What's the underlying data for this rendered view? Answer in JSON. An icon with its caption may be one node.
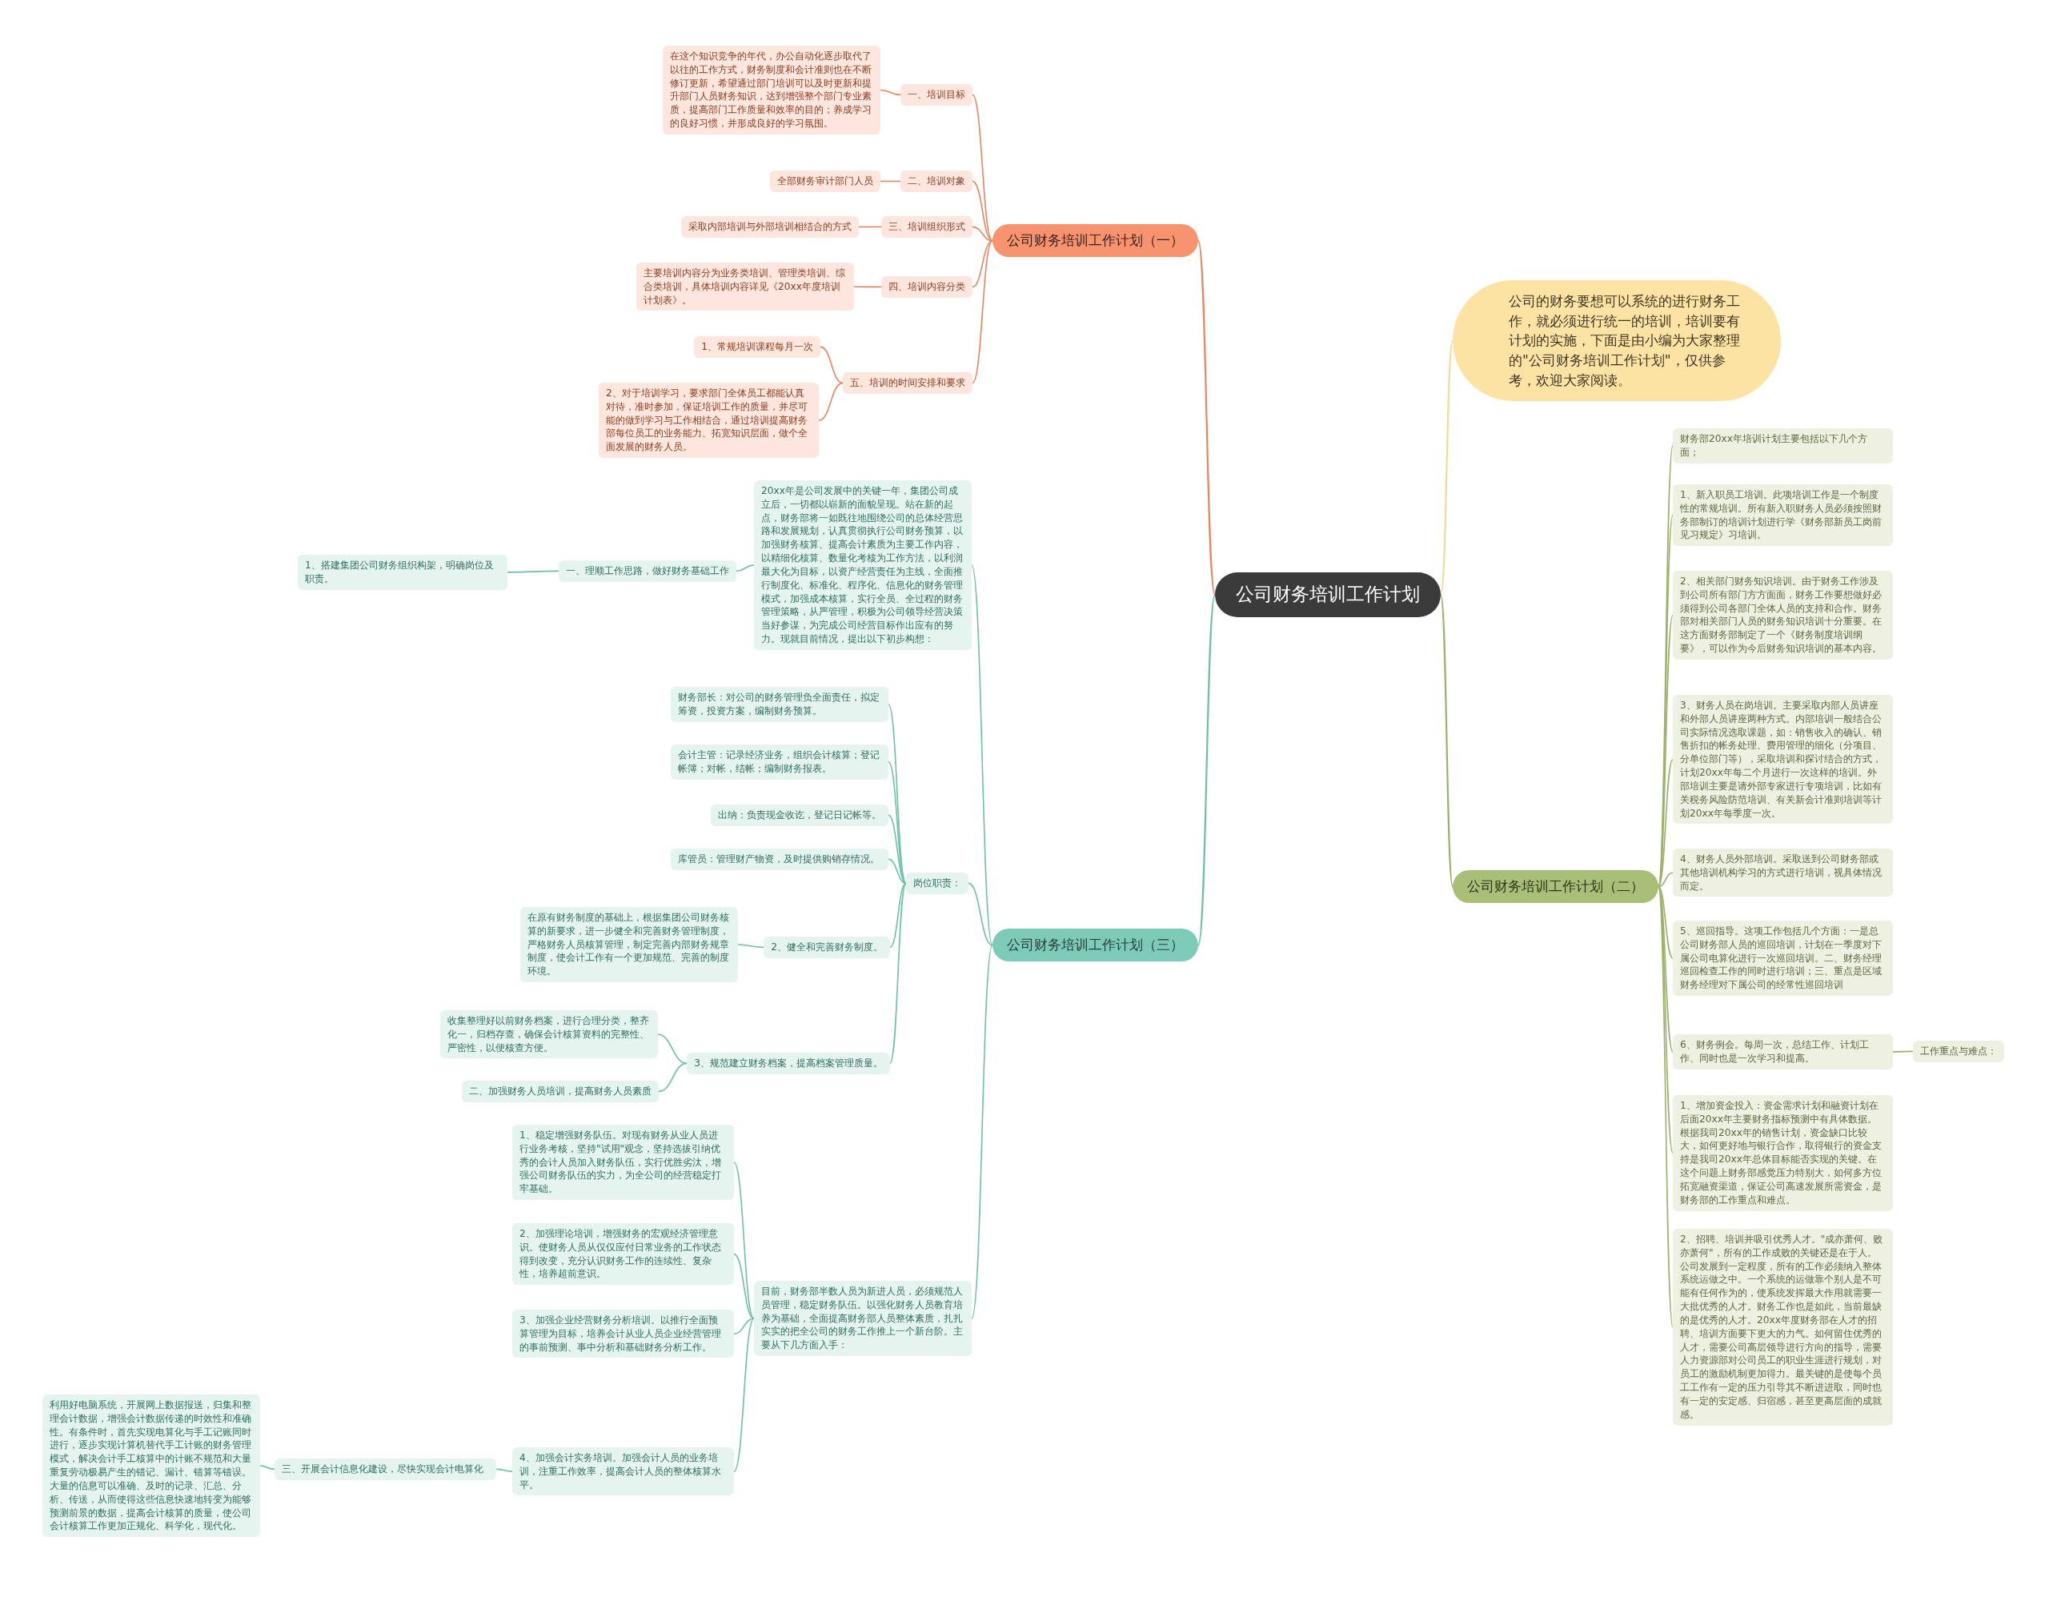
{
  "diagram": {
    "nodes": [
      {
        "text": [
          "公司财务培训工作计划"
        ]
      },
      {
        "text": [
          "公司财务培训工作计划（一）"
        ]
      },
      {
        "text": [
          "一、培训目标"
        ]
      },
      {
        "text": [
          "在这个知识竞争的年代，办公自动化逐步取代了以往的工作方式，财务制度和会计准则也在不断修订更新，希望通过部门培训可以及时更新和提升部门人员财务知识，达到增强整个部门专业素质，提高部门工作质量和效率的目的；养成学习的良好习惯，并形成良好的学习氛围。"
        ]
      },
      {
        "text": [
          "二、培训对象"
        ]
      },
      {
        "text": [
          "全部财务审计部门人员"
        ]
      },
      {
        "text": [
          "三、培训组织形式"
        ]
      },
      {
        "text": [
          "采取内部培训与外部培训相结合的方式"
        ]
      },
      {
        "text": [
          "四、培训内容分类"
        ]
      },
      {
        "text": [
          "主要培训内容分为业务类培训、管理类培训、综合类培训，具体培训内容详见《20xx年度培训计划表》。"
        ]
      },
      {
        "text": [
          "五、培训的时间安排和要求"
        ]
      },
      {
        "text": [
          "1、常规培训课程每月一次"
        ]
      },
      {
        "text": [
          "2、对于培训学习，要求部门全体员工都能认真对待，准时参加，保证培训工作的质量，并尽可能的做到学习与工作相结合，通过培训提高财务部每位员工的业务能力、拓宽知识层面，做个全面发展的财务人员。"
        ]
      },
      {
        "text": [
          "公司的财务要想可以系统的进行财务工作，就必须进行统一的培训，培训要有计划的实施，下面是由小编为大家整理的\"公司财务培训工作计划\"，仅供参考，欢迎大家阅读。"
        ]
      },
      {
        "text": [
          "公司财务培训工作计划（二）"
        ]
      },
      {
        "text": [
          "财务部20xx年培训计划主要包括以下几个方面；"
        ]
      },
      {
        "text": [
          "1、新入职员工培训。此项培训工作是一个制度性的常规培训。所有新入职财务人员必须按照财务部制订的培训计划进行学《财务部新员工岗前见习规定》习培训。"
        ]
      },
      {
        "text": [
          "2、相关部门财务知识培训。由于财务工作涉及到公司所有部门方方面面，财务工作要想做好必须得到公司各部门全体人员的支持和合作。财务部对相关部门人员的财务知识培训十分重要。在这方面财务部制定了一个《财务制度培训纲要》，可以作为今后财务知识培训的基本内容。"
        ]
      },
      {
        "text": [
          "3、财务人员在岗培训。主要采取内部人员讲座和外部人员讲座两种方式。内部培训一般结合公司实际情况选取课题，如：销售收入的确认、销售折扣的帐务处理、费用管理的细化（分项目、分单位部门等），采取培训和探讨结合的方式，计划20xx年每二个月进行一次这样的培训。外部培训主要是请外部专家进行专项培训，比如有关税务风险防范培训、有关新会计准则培训等计划20xx年每季度一次。"
        ]
      },
      {
        "text": [
          "4、财务人员外部培训。采取送到公司财务部或其他培训机构学习的方式进行培训，视具体情况而定。"
        ]
      },
      {
        "text": [
          "5、巡回指导。这项工作包括几个方面：一是总公司财务部人员的巡回培训，计划在一季度对下属公司电算化进行一次巡回培训。二、财务经理巡回检查工作的同时进行培训；三、重点是区域财务经理对下属公司的经常性巡回培训"
        ]
      },
      {
        "text": [
          "6、财务例会。每周一次，总结工作、计划工作、同时也是一次学习和提高。"
        ]
      },
      {
        "text": [
          "工作重点与难点："
        ]
      },
      {
        "text": [
          "1、增加资金投入：资金需求计划和融资计划在后面20xx年主要财务指标预测中有具体数据。根据我司20xx年的销售计划，资金缺口比较大，如何更好地与银行合作，取得银行的资金支持是我司20xx年总体目标能否实现的关键。在这个问题上财务部感觉压力特别大，如何多方位拓宽融资渠道，保证公司高速发展所需资金，是财务部的工作重点和难点。"
        ]
      },
      {
        "text": [
          "2、招聘、培训并吸引优秀人才。\"成亦萧何、败亦萧何\"，所有的工作成败的关键还是在于人。公司发展到一定程度，所有的工作必须纳入整体系统运做之中。一个系统的运做靠个别人是不可能有任何作为的，使系统发挥最大作用就需要一大批优秀的人才。财务工作也是如此，当前最缺的是优秀的人才。20xx年度财务部在人才的招聘、培训方面要下更大的力气。如何留住优秀的人才，需要公司高层领导进行方向的指导，需要人力资源部对公司员工的职业生涯进行规划，对员工的激励机制更加得力。最关键的是使每个员工工作有一定的压力引导其不断进进取，同时也有一定的安定感、归宿感，甚至更高层面的成就感。"
        ]
      },
      {
        "text": [
          "公司财务培训工作计划（三）"
        ]
      },
      {
        "text": [
          "20xx年是公司发展中的关键一年，集团公司成立后，一切都以崭新的面貌呈现。站在新的起点，财务部将一如既往地围绕公司的总体经营思路和发展规划，认真贯彻执行公司财务预算，以加强财务核算、提高会计素质为主要工作内容，以精细化核算、数量化考核为工作方法，以利润最大化为目标，以资产经营责任为主线，全面推行制度化、标准化、程序化、信息化的财务管理模式，加强成本核算，实行全员、全过程的财务管理策略，从严管理，积极为公司领导经营决策当好参谋，为完成公司经营目标作出应有的努力。现就目前情况，提出以下初步构想："
        ]
      },
      {
        "text": [
          "一、理顺工作思路，做好财务基础工作"
        ]
      },
      {
        "text": [
          "1、搭建集团公司财务组织构架，明确岗位及职责。"
        ]
      },
      {
        "text": [
          "岗位职责："
        ]
      },
      {
        "text": [
          "财务部长：对公司的财务管理负全面责任，拟定筹资，投资方案，编制财务预算。"
        ]
      },
      {
        "text": [
          "会计主管：记录经济业务，组织会计核算；登记帐簿；对帐，结帐；编制财务报表。"
        ]
      },
      {
        "text": [
          "出纳：负责现金收讫，登记日记帐等。"
        ]
      },
      {
        "text": [
          "库管员：管理财产物资，及时提供购销存情况。"
        ]
      },
      {
        "text": [
          "2、健全和完善财务制度。"
        ]
      },
      {
        "text": [
          "在原有财务制度的基础上，根据集团公司财务核算的新要求，进一步健全和完善财务管理制度，严格财务人员核算管理，制定完善内部财务规章制度，使会计工作有一个更加规范、完善的制度环境。"
        ]
      },
      {
        "text": [
          "3、规范建立财务档案，提高档案管理质量。"
        ]
      },
      {
        "text": [
          "收集整理好以前财务档案，进行合理分类，整齐化一，归档存查，确保会计核算资料的完整性、严密性，以便核查方便。"
        ]
      },
      {
        "text": [
          "二、加强财务人员培训，提高财务人员素质"
        ]
      },
      {
        "text": [
          "目前，财务部半数人员为新进人员，必须规范人员管理，稳定财务队伍。以强化财务人员教育培养为基础，全面提高财务部人员整体素质，扎扎实实的把全公司的财务工作推上一个新台阶。主要从下几方面入手："
        ]
      },
      {
        "text": [
          "1、稳定增强财务队伍。对现有财务从业人员进行业务考核，坚持\"试用\"观念，坚持选拔引纳优秀的会计人员加入财务队伍，实行优胜劣汰，增强公司财务队伍的实力，为全公司的经营稳定打牢基础。"
        ]
      },
      {
        "text": [
          "2、加强理论培训，增强财务的宏观经济管理意识。使财务人员从仅仅应付日常业务的工作状态得到改变，充分认识财务工作的连续性、复杂性，培养超前意识。"
        ]
      },
      {
        "text": [
          "3、加强企业经营财务分析培训。以推行全面预算管理为目标，培养会计从业人员企业经营管理的事前预测、事中分析和基础财务分析工作。"
        ]
      },
      {
        "text": [
          "4、加强会计实务培训。加强会计人员的业务培训，注重工作效率，提高会计人员的整体核算水平。"
        ]
      },
      {
        "text": [
          "三、开展会计信息化建设，尽快实现会计电算化"
        ]
      },
      {
        "text": [
          "利用好电脑系统，开展网上数据报送，归集和整理会计数据，增强会计数据传递的时效性和准确性。有条件时，首先实现电算化与手工记账同时进行，逐步实现计算机替代手工计账的财务管理模式，解决会计手工核算中的计账不规范和大量重复劳动极易产生的错记、漏计、错算等错误。大量的信息可以准确、及时的记录、汇总、分析、传送，从而使得这些信息快速地转变为能够预测前景的数据，提高会计核算的质量，使公司会计核算工作更加正规化、科学化，现代化。"
        ]
      }
    ],
    "edges": [
      {
        "from": 0,
        "to": 1,
        "arrow": "none",
        "color": "#e8845e"
      },
      {
        "from": 1,
        "to": 2,
        "arrow": "none",
        "color": "#e8845e"
      },
      {
        "from": 2,
        "to": 3,
        "arrow": "none",
        "color": "#e8845e"
      },
      {
        "from": 1,
        "to": 4,
        "arrow": "none",
        "color": "#e8845e"
      },
      {
        "from": 4,
        "to": 5,
        "arrow": "none",
        "color": "#e8845e"
      },
      {
        "from": 1,
        "to": 6,
        "arrow": "none",
        "color": "#e8845e"
      },
      {
        "from": 6,
        "to": 7,
        "arrow": "none",
        "color": "#e8845e"
      },
      {
        "from": 1,
        "to": 8,
        "arrow": "none",
        "color": "#e8845e"
      },
      {
        "from": 8,
        "to": 9,
        "arrow": "none",
        "color": "#e8845e"
      },
      {
        "from": 1,
        "to": 10,
        "arrow": "none",
        "color": "#e8845e"
      },
      {
        "from": 10,
        "to": 11,
        "arrow": "none",
        "color": "#e8845e"
      },
      {
        "from": 10,
        "to": 12,
        "arrow": "none",
        "color": "#e8845e"
      },
      {
        "from": 0,
        "to": 13,
        "arrow": "none",
        "color": "#f5d99a"
      },
      {
        "from": 0,
        "to": 14,
        "arrow": "none",
        "color": "#9bb06a"
      },
      {
        "from": 14,
        "to": 15,
        "arrow": "none",
        "color": "#9bb06a"
      },
      {
        "from": 14,
        "to": 16,
        "arrow": "none",
        "color": "#9bb06a"
      },
      {
        "from": 14,
        "to": 17,
        "arrow": "none",
        "color": "#9bb06a"
      },
      {
        "from": 14,
        "to": 18,
        "arrow": "none",
        "color": "#9bb06a"
      },
      {
        "from": 14,
        "to": 19,
        "arrow": "none",
        "color": "#9bb06a"
      },
      {
        "from": 14,
        "to": 20,
        "arrow": "none",
        "color": "#9bb06a"
      },
      {
        "from": 14,
        "to": 21,
        "arrow": "none",
        "color": "#9bb06a"
      },
      {
        "from": 21,
        "to": 22,
        "arrow": "none",
        "color": "#9bb06a"
      },
      {
        "from": 14,
        "to": 23,
        "arrow": "none",
        "color": "#9bb06a"
      },
      {
        "from": 14,
        "to": 24,
        "arrow": "none",
        "color": "#9bb06a"
      },
      {
        "from": 0,
        "to": 25,
        "arrow": "none"
      },
      {
        "from": 25,
        "to": 26,
        "arrow": "none"
      },
      {
        "from": 26,
        "to": 27,
        "arrow": "none"
      },
      {
        "from": 27,
        "to": 28,
        "arrow": "none"
      },
      {
        "from": 25,
        "to": 29,
        "arrow": "none"
      },
      {
        "from": 29,
        "to": 30,
        "arrow": "none"
      },
      {
        "from": 29,
        "to": 31,
        "arrow": "none"
      },
      {
        "from": 29,
        "to": 32,
        "arrow": "none"
      },
      {
        "from": 29,
        "to": 33,
        "arrow": "none"
      },
      {
        "from": 29,
        "to": 34,
        "arrow": "none"
      },
      {
        "from": 34,
        "to": 35,
        "arrow": "none"
      },
      {
        "from": 29,
        "to": 36,
        "arrow": "none"
      },
      {
        "from": 36,
        "to": 37,
        "arrow": "none"
      },
      {
        "from": 36,
        "to": 38,
        "arrow": "none"
      },
      {
        "from": 25,
        "to": 39,
        "arrow": "none"
      },
      {
        "from": 39,
        "to": 40,
        "arrow": "none"
      },
      {
        "from": 39,
        "to": 41,
        "arrow": "none"
      },
      {
        "from": 39,
        "to": 42,
        "arrow": "none"
      },
      {
        "from": 39,
        "to": 43,
        "arrow": "none"
      },
      {
        "from": 43,
        "to": 44,
        "arrow": "none"
      },
      {
        "from": 44,
        "to": 45,
        "arrow": "none"
      }
    ]
  }
}
